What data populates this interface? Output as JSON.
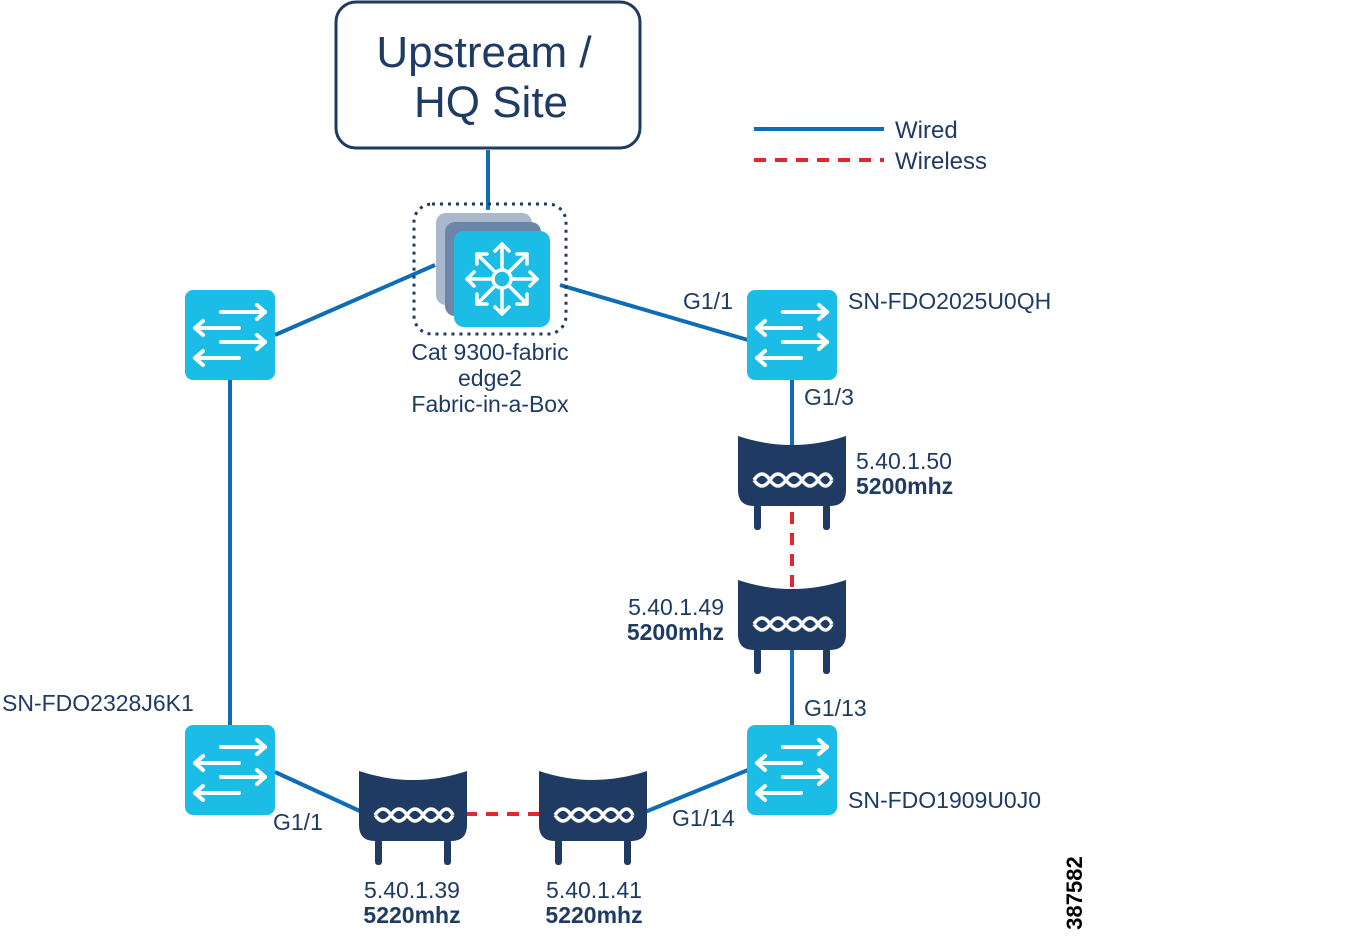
{
  "colors": {
    "wired": "#0f6db5",
    "wireless": "#e0282e",
    "switch_fill": "#1bbde6",
    "ap_fill": "#1f3b63",
    "text": "#1f3b63"
  },
  "hq": {
    "line1": "Upstream /",
    "line2": "HQ Site"
  },
  "legend": {
    "wired": "Wired",
    "wireless": "Wireless"
  },
  "fabric": {
    "line1": "Cat 9300-fabric",
    "line2": "edge2",
    "line3": "Fabric-in-a-Box"
  },
  "switches": {
    "top_right": {
      "name": "SN-FDO2025U0QH",
      "port_in": "G1/1",
      "port_out": "G1/3"
    },
    "bottom_right": {
      "name": "SN-FDO1909U0J0",
      "port_in": "G1/13",
      "port_out": "G1/14"
    },
    "bottom_left": {
      "name": "SN-FDO2328J6K1",
      "port": "G1/1"
    }
  },
  "aps": {
    "ap1": {
      "ip": "5.40.1.50",
      "freq": "5200mhz"
    },
    "ap2": {
      "ip": "5.40.1.49",
      "freq": "5200mhz"
    },
    "ap3": {
      "ip": "5.40.1.39",
      "freq": "5220mhz"
    },
    "ap4": {
      "ip": "5.40.1.41",
      "freq": "5220mhz"
    }
  },
  "figure_id": "387582"
}
